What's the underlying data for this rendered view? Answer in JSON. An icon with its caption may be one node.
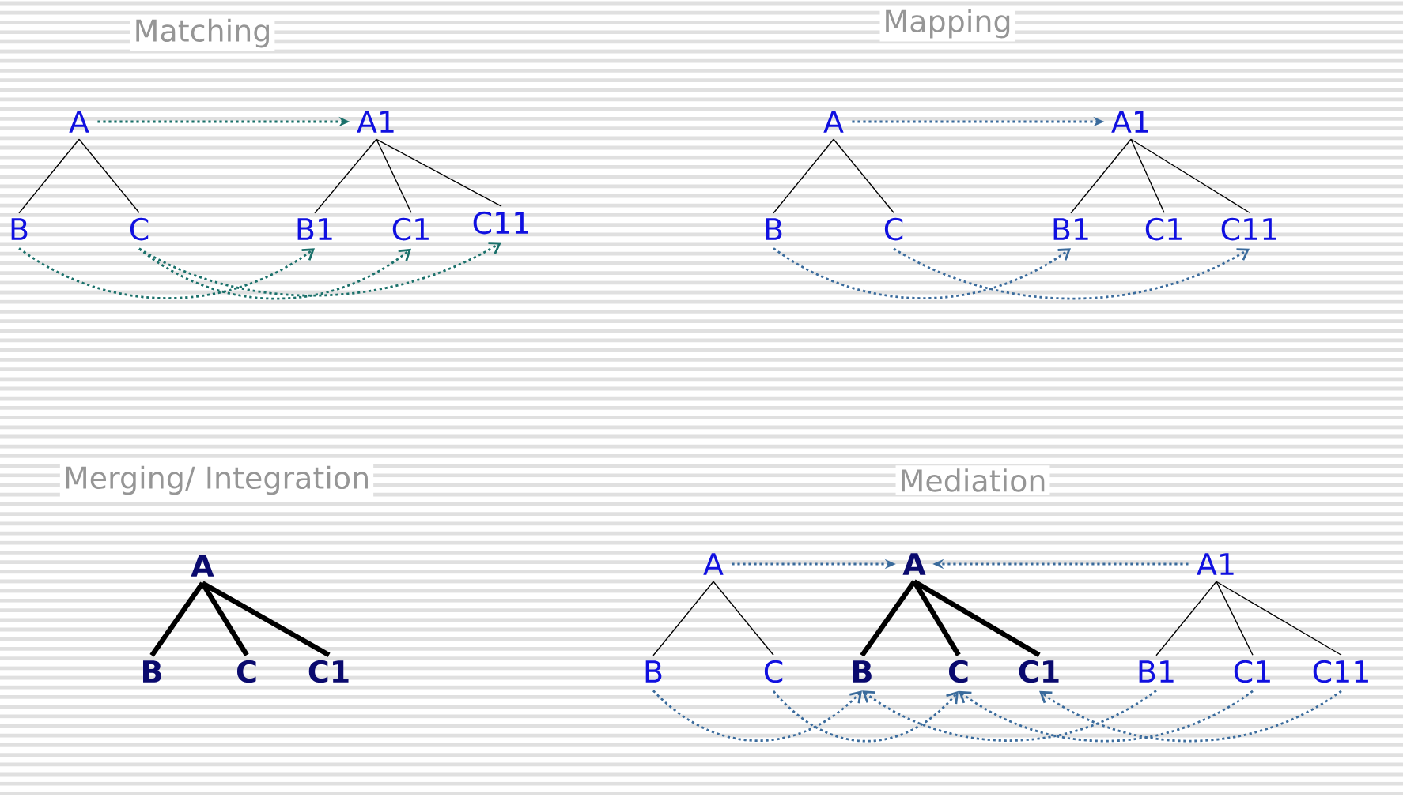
{
  "diagram": {
    "nodes": [
      {
        "text": [
          "A"
        ]
      },
      {
        "text": [
          "B"
        ]
      },
      {
        "text": [
          "C"
        ]
      },
      {
        "text": [
          "A1"
        ]
      },
      {
        "text": [
          "B1"
        ]
      },
      {
        "text": [
          "C1"
        ]
      },
      {
        "text": [
          "C11"
        ]
      },
      {
        "text": [
          "A"
        ]
      },
      {
        "text": [
          "B"
        ]
      },
      {
        "text": [
          "C"
        ]
      },
      {
        "text": [
          "A1"
        ]
      },
      {
        "text": [
          "B1"
        ]
      },
      {
        "text": [
          "C1"
        ]
      },
      {
        "text": [
          "C11"
        ]
      },
      {
        "text": [
          "A"
        ]
      },
      {
        "text": [
          "B"
        ]
      },
      {
        "text": [
          "C"
        ]
      },
      {
        "text": [
          "C1"
        ]
      },
      {
        "text": [
          "A"
        ]
      },
      {
        "text": [
          "B"
        ]
      },
      {
        "text": [
          "C"
        ]
      },
      {
        "text": [
          "A"
        ]
      },
      {
        "text": [
          "B"
        ]
      },
      {
        "text": [
          "C"
        ]
      },
      {
        "text": [
          "C1"
        ]
      },
      {
        "text": [
          "A1"
        ]
      },
      {
        "text": [
          "B1"
        ]
      },
      {
        "text": [
          "C1"
        ]
      },
      {
        "text": [
          "C11"
        ]
      }
    ],
    "edges": [
      {
        "from": 0,
        "to": 1,
        "arrow": "none"
      },
      {
        "from": 0,
        "to": 2,
        "arrow": "none"
      },
      {
        "from": 3,
        "to": 4,
        "arrow": "none"
      },
      {
        "from": 3,
        "to": 5,
        "arrow": "none"
      },
      {
        "from": 3,
        "to": 6,
        "arrow": "none"
      },
      {
        "from": 0,
        "to": 3,
        "arrow": "to",
        "style": "dashed",
        "color": "#1a706a"
      },
      {
        "from": 1,
        "to": 4,
        "arrow": "to",
        "style": "dashed",
        "color": "#1a706a"
      },
      {
        "from": 2,
        "to": 5,
        "arrow": "to",
        "style": "dashed",
        "color": "#1a706a"
      },
      {
        "from": 2,
        "to": 6,
        "arrow": "to",
        "style": "dashed",
        "color": "#1a706a"
      },
      {
        "from": 7,
        "to": 8,
        "arrow": "none"
      },
      {
        "from": 7,
        "to": 9,
        "arrow": "none"
      },
      {
        "from": 10,
        "to": 11,
        "arrow": "none"
      },
      {
        "from": 10,
        "to": 12,
        "arrow": "none"
      },
      {
        "from": 10,
        "to": 13,
        "arrow": "none"
      },
      {
        "from": 7,
        "to": 10,
        "arrow": "to",
        "style": "dashed",
        "color": "#3a6b9c"
      },
      {
        "from": 8,
        "to": 11,
        "arrow": "to",
        "style": "dashed",
        "color": "#3a6b9c"
      },
      {
        "from": 9,
        "to": 13,
        "arrow": "to",
        "style": "dashed",
        "color": "#3a6b9c"
      },
      {
        "from": 14,
        "to": 15,
        "arrow": "none",
        "style": "thick"
      },
      {
        "from": 14,
        "to": 16,
        "arrow": "none",
        "style": "thick"
      },
      {
        "from": 14,
        "to": 17,
        "arrow": "none",
        "style": "thick"
      },
      {
        "from": 18,
        "to": 19,
        "arrow": "none"
      },
      {
        "from": 18,
        "to": 20,
        "arrow": "none"
      },
      {
        "from": 21,
        "to": 22,
        "arrow": "none",
        "style": "thick"
      },
      {
        "from": 21,
        "to": 23,
        "arrow": "none",
        "style": "thick"
      },
      {
        "from": 21,
        "to": 24,
        "arrow": "none",
        "style": "thick"
      },
      {
        "from": 25,
        "to": 26,
        "arrow": "none"
      },
      {
        "from": 25,
        "to": 27,
        "arrow": "none"
      },
      {
        "from": 25,
        "to": 28,
        "arrow": "none"
      },
      {
        "from": 18,
        "to": 21,
        "arrow": "to",
        "style": "dashed",
        "color": "#3a6b9c"
      },
      {
        "from": 25,
        "to": 21,
        "arrow": "to",
        "style": "dashed",
        "color": "#3a6b9c"
      },
      {
        "from": 19,
        "to": 22,
        "arrow": "to",
        "style": "dashed",
        "color": "#3a6b9c"
      },
      {
        "from": 20,
        "to": 23,
        "arrow": "to",
        "style": "dashed",
        "color": "#3a6b9c"
      },
      {
        "from": 26,
        "to": 22,
        "arrow": "to",
        "style": "dashed",
        "color": "#3a6b9c"
      },
      {
        "from": 27,
        "to": 23,
        "arrow": "to",
        "style": "dashed",
        "color": "#3a6b9c"
      },
      {
        "from": 28,
        "to": 24,
        "arrow": "to",
        "style": "dashed",
        "color": "#3a6b9c"
      }
    ],
    "labels": [
      "Matching",
      "Mapping",
      "Merging/ Integration",
      "Mediation"
    ]
  }
}
